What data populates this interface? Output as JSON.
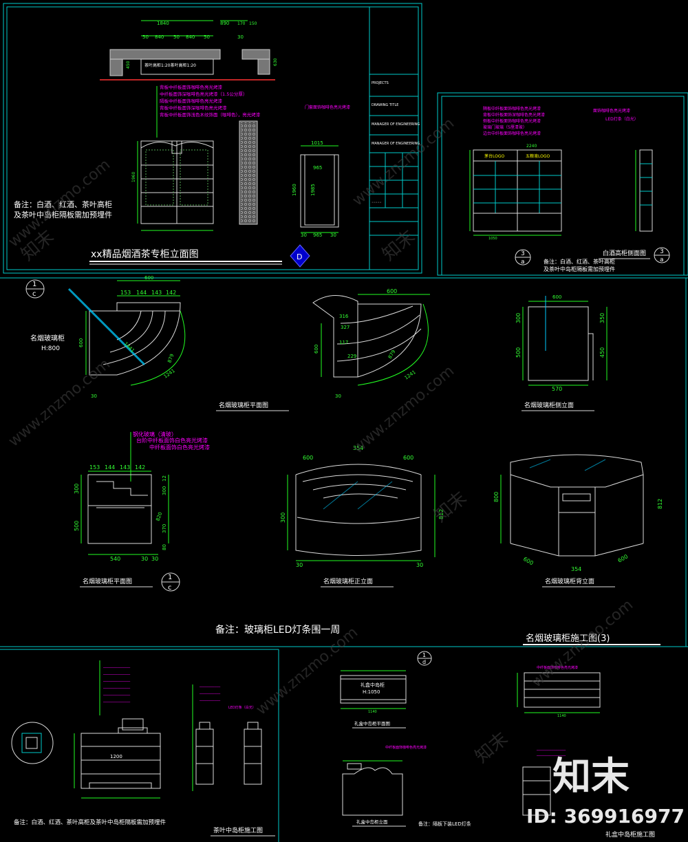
{
  "panel1": {
    "title": "xx精品烟酒茶专柜立面图",
    "note_line1": "备注：白酒、红酒、茶叶高柜",
    "note_line2": "及茶叶中岛柜隔板需加预埋件",
    "marker": "D",
    "dims_top": [
      "1840",
      "890",
      "170",
      "150"
    ],
    "dims_sub": [
      "50",
      "840",
      "50",
      "840",
      "50",
      "30"
    ],
    "dims_side": [
      "450",
      "630"
    ],
    "plan_label": "茶叶高柜1:20茶叶高柜1:20",
    "dim_1015": "1015",
    "dim_965": "965",
    "dim_1960": "1960",
    "dim_1985": "1985",
    "dims_bottom": [
      "30",
      "965",
      "30"
    ],
    "annotations": [
      "背板中纤板面饰咖啡色亮光烤漆",
      "中纤板面饰深咖啡色亮光烤漆（1.5公分厚）",
      "隔板中纤板面饰咖啡色亮光烤漆",
      "背板中纤板面饰深咖啡色亮光烤漆",
      "背板中纤板面饰浅色木纹饰面（咖啡色），亮光烤漆"
    ],
    "ann_door": "门套面饰咖啡色亮光烤漆"
  },
  "titleblock": {
    "rows": [
      "PROJECTS",
      "DRAWING TITLE",
      "MANAGER OF ENGINEERING",
      "MANAGER OF ENGINEERING"
    ]
  },
  "panel2": {
    "title": "白酒高柜侧面图",
    "logo1": "茅台LOGO",
    "logo2": "五粮液LOGO",
    "note_line1": "备注：白酒、红酒、茶叶高柜",
    "note_line2": "及茶叶中岛柜隔板需加预埋件",
    "marker_num": "3",
    "marker_letter": "a",
    "dim_top": "2240",
    "dim_bottom": "1050",
    "led_label": "LED灯条（白光）",
    "annotations": [
      "隔板中纤板面饰咖啡色亮光烤漆",
      "背板中纤板面饰深咖啡色亮光烤漆",
      "侧板中纤板面饰咖啡色亮光烤漆",
      "玻璃门玻璃（5厘清玻）",
      "边台中纤板面饰咖啡色亮光烤漆"
    ],
    "side_ann": "面饰咖啡色亮光烤漆"
  },
  "panel3": {
    "marker_num": "1",
    "marker_letter": "c",
    "side_label": "名烟玻璃柜",
    "height_label": "H:800",
    "plan_title": "名烟玻璃柜平面图",
    "side_title": "名烟玻璃柜侧立面",
    "plan2_title": "名烟玻璃柜平面图",
    "front_title": "名烟玻璃柜正立面",
    "back_title": "名烟玻璃柜背立面",
    "sheet_title": "名烟玻璃柜施工图(3)",
    "note": "备注：玻璃柜LED灯条围一周",
    "dims_plan_top": [
      "153",
      "144",
      "143",
      "142"
    ],
    "dim_600": "600",
    "dim_30": "30",
    "dim_1241": "1241",
    "dim_879": "879",
    "dim_1441": "1441",
    "dim_354": "354",
    "dim_570": "570",
    "dim_540": "540",
    "dim_300": "300",
    "dim_500": "500",
    "dim_350": "350",
    "dim_450": "450",
    "dim_800": "800",
    "dim_812": "812",
    "dim_370": "370",
    "dim_12": "12",
    "dim_820": "820",
    "dim_80": "80",
    "dims_inner": [
      "316",
      "327",
      "117",
      "229"
    ],
    "ann_glass": "钢化玻璃（清玻）",
    "ann_step": "台阶中纤板面饰白色亮光烤漆",
    "ann_board": "中纤板面饰白色亮光烤漆"
  },
  "panel4": {
    "note": "备注：白酒、红酒、茶叶高柜及茶叶中岛柜隔板需加预埋件",
    "tea_title": "茶叶中岛柜施工图",
    "gift_plan": "礼盒中岛柜平面图",
    "gift_front": "礼盒中岛柜立面",
    "gift_label": "礼盒中岛柜",
    "gift_h": "H:1050",
    "gift_side": "礼盒中岛柜施工图",
    "led_note": "备注：隔板下装LED灯条",
    "dim_1200": "1200",
    "dim_1140": "1140",
    "marker_num": "1",
    "marker_letter": "d",
    "ann_gift": "中纤板面饰咖啡色亮光烤漆",
    "led_small": "LED灯条（白光）"
  },
  "watermark": {
    "site": "www.znzmo.com",
    "brand": "知末",
    "id": "ID: 369916977"
  }
}
